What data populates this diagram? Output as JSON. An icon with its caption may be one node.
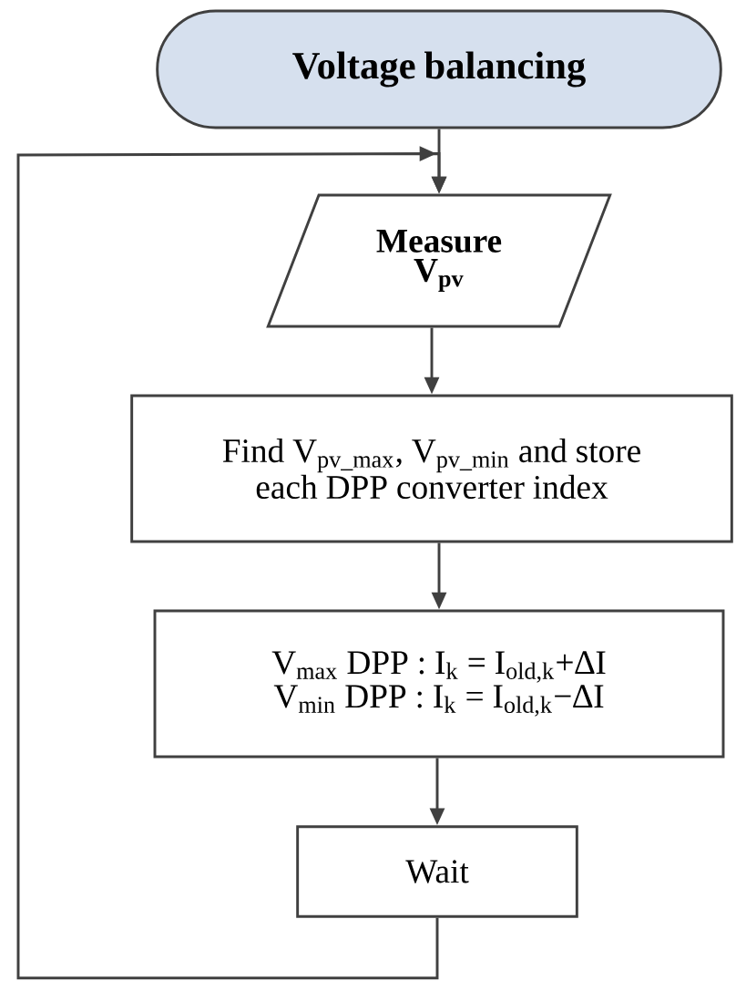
{
  "diagram": {
    "nodes": [
      {
        "text": [
          "Voltage balancing"
        ]
      },
      {
        "text": [
          "Measure V$_{pv}$"
        ]
      },
      {
        "text": [
          "Find V$_{pv_max}$, V$_{pv_min}$ and store each DPP converter index"
        ]
      },
      {
        "text": [
          "V$_{max}$ DPP : I$_{k}$ = I$_{old,k}$+∆I V$_{min}$ DPP : I$_{k}$ = I$_{old,k}$−∆I"
        ]
      },
      {
        "text": [
          "Wait"
        ]
      }
    ],
    "edges": [
      {
        "from": 0,
        "to": 1,
        "arrow": "to"
      },
      {
        "from": 1,
        "to": 2,
        "arrow": "to"
      },
      {
        "from": 2,
        "to": 3,
        "arrow": "to"
      },
      {
        "from": 3,
        "to": 4,
        "arrow": "to"
      },
      {
        "from": 4,
        "to": 1,
        "arrow": "to"
      }
    ]
  }
}
